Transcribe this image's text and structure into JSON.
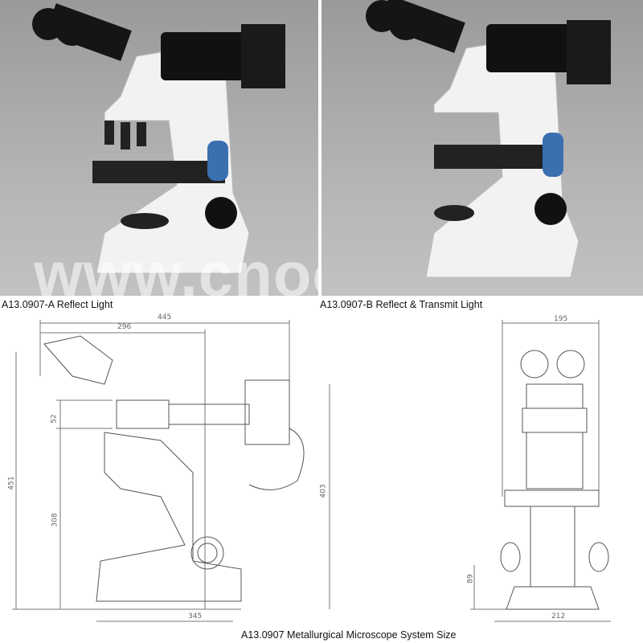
{
  "watermark": "www.cnoec.com",
  "photos": [
    {
      "caption": "A13.0907-A Reflect Light"
    },
    {
      "caption": "A13.0907-B Reflect & Transmit Light"
    }
  ],
  "drawing": {
    "caption": "A13.0907 Metallurgical Microscope System Size",
    "side_dimensions": {
      "total_length": "445",
      "head_length": "296",
      "total_height": "451",
      "head_height": "52",
      "stage_height": "308",
      "body_height": "403",
      "base_length": "345"
    },
    "front_dimensions": {
      "top_width": "195",
      "base_height": "89",
      "base_width": "212"
    }
  }
}
